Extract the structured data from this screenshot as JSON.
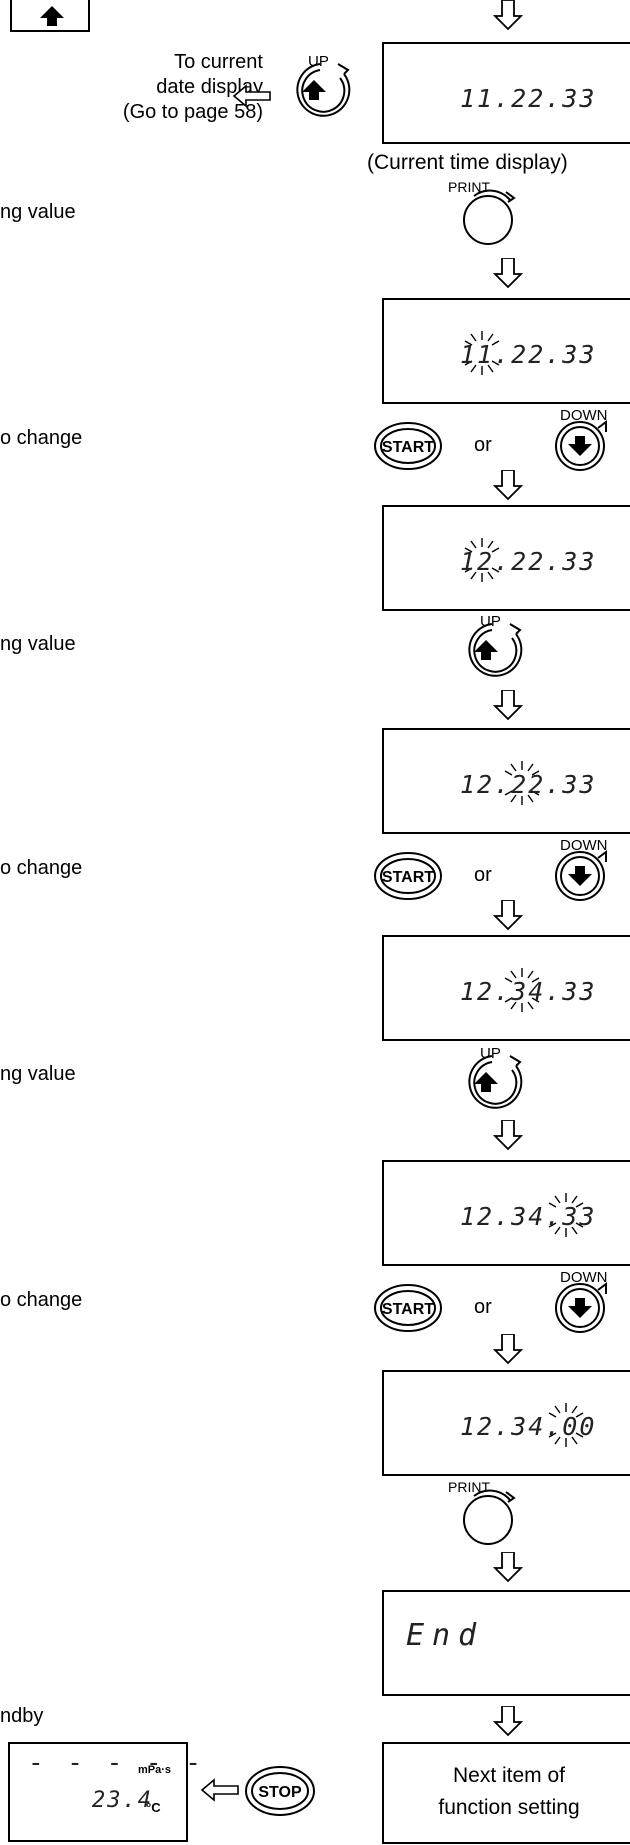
{
  "top_key": {
    "icon": "up-arrow-icon"
  },
  "goto_date": {
    "line1": "To current",
    "line2": "date display",
    "line3": "(Go to page 58)"
  },
  "caption_time": "(Current time display)",
  "side": {
    "s1": "ng value",
    "s2": "o change",
    "s3": "ng value",
    "s4": "o change",
    "s5": "ng value",
    "s6": "o change",
    "s7": "ndby"
  },
  "buttons": {
    "up": "UP",
    "down": "DOWN",
    "print": "PRINT",
    "start": "START",
    "stop": "STOP",
    "or": "or"
  },
  "displays": {
    "d1": "11.22.33",
    "d2": "11.22.33",
    "d3": "12.22.33",
    "d4": "12.22.33",
    "d5": "12.34.33",
    "d6": "12.34.33",
    "d7": "12.34.00",
    "d8": "End"
  },
  "standby": {
    "dashes": "- - - - -",
    "unit": "mPa·s",
    "temp": "23.4",
    "temp_unit": "°C"
  },
  "next_item": {
    "line1": "Next item of",
    "line2": "function setting"
  }
}
